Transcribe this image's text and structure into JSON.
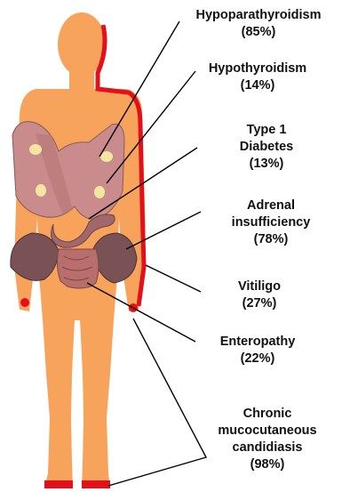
{
  "labels": {
    "hypoparathyroidism": {
      "name": "Hypoparathyroidism",
      "pct": "(85%)"
    },
    "hypothyroidism": {
      "name": "Hypothyroidism",
      "pct": "(14%)"
    },
    "type1_diabetes": {
      "line1": "Type 1",
      "line2": "Diabetes",
      "pct": "(13%)"
    },
    "adrenal": {
      "line1": "Adrenal",
      "line2": "insufficiency",
      "pct": "(78%)"
    },
    "vitiligo": {
      "name": "Vitiligo",
      "pct": "(27%)"
    },
    "enteropathy": {
      "name": "Enteropathy",
      "pct": "(22%)"
    },
    "candidiasis": {
      "line1": "Chronic",
      "line2": "mucocutaneous",
      "line3": "candidiasis",
      "pct": "(98%)"
    }
  },
  "colors": {
    "skin": "#f7a35c",
    "vitiligo_red": "#e3101b",
    "thyroid": "#c98b8b",
    "parathyroid": "#f4e6a0",
    "adrenal": "#7a5255",
    "pancreas": "#a0686b",
    "intestine": "#b86e6c",
    "line": "#000000"
  }
}
